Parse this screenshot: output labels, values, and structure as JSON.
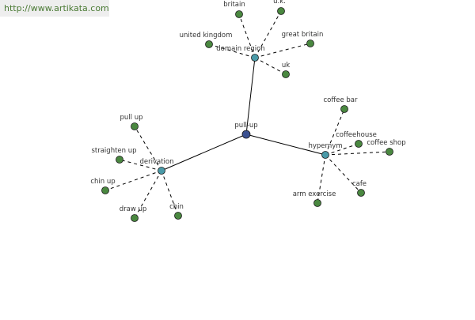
{
  "watermark": "http://www.artikata.com",
  "colors": {
    "center": "#3a5090",
    "category": "#4a9aa8",
    "leaf": "#4a8840",
    "edge": "#000000",
    "text": "#333333"
  },
  "graph": {
    "center": {
      "id": "pull-up",
      "label": "pull-up"
    },
    "categories": [
      {
        "id": "domain-region",
        "label": "domain region"
      },
      {
        "id": "hypernym",
        "label": "hypernym"
      },
      {
        "id": "derivation",
        "label": "derivation"
      }
    ],
    "leaves": [
      {
        "id": "britain",
        "label": "britain",
        "parent": "domain-region"
      },
      {
        "id": "u-k",
        "label": "u.k.",
        "parent": "domain-region"
      },
      {
        "id": "united-kingdom",
        "label": "united kingdom",
        "parent": "domain-region"
      },
      {
        "id": "great-britain",
        "label": "great britain",
        "parent": "domain-region"
      },
      {
        "id": "uk",
        "label": "uk",
        "parent": "domain-region"
      },
      {
        "id": "coffee-bar",
        "label": "coffee bar",
        "parent": "hypernym"
      },
      {
        "id": "coffeehouse",
        "label": "coffeehouse",
        "parent": "hypernym"
      },
      {
        "id": "coffee-shop",
        "label": "coffee shop",
        "parent": "hypernym"
      },
      {
        "id": "cafe",
        "label": "cafe",
        "parent": "hypernym"
      },
      {
        "id": "arm-exercise",
        "label": "arm exercise",
        "parent": "hypernym"
      },
      {
        "id": "pull-up-leaf",
        "label": "pull up",
        "parent": "derivation"
      },
      {
        "id": "straighten-up",
        "label": "straighten up",
        "parent": "derivation"
      },
      {
        "id": "chin-up",
        "label": "chin up",
        "parent": "derivation"
      },
      {
        "id": "draw-up",
        "label": "draw up",
        "parent": "derivation"
      },
      {
        "id": "chin",
        "label": "chin",
        "parent": "derivation"
      }
    ]
  }
}
